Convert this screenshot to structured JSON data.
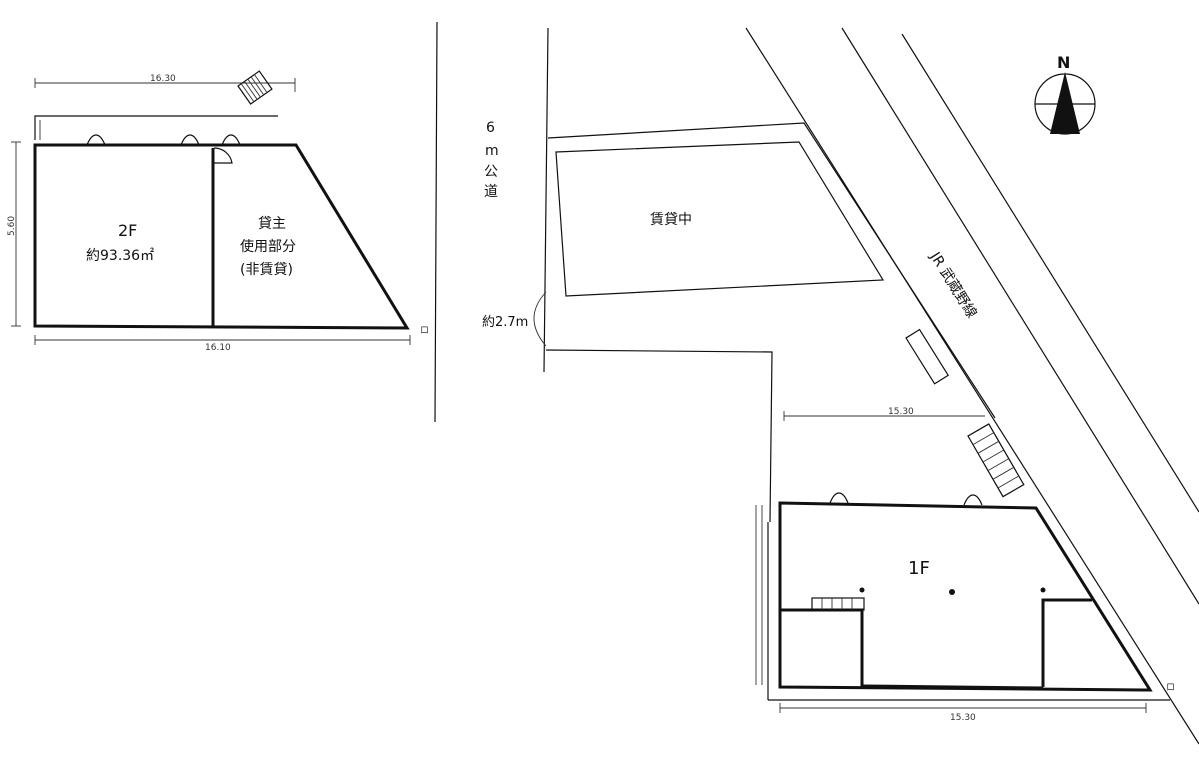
{
  "floor2": {
    "label": "2F",
    "area": "約93.36㎡",
    "owner_room_line1": "貸主",
    "owner_room_line2": "使用部分",
    "owner_room_line3": "(非賃貸)",
    "dim_top": "16.30",
    "dim_bottom": "16.10",
    "dim_left": "5.60"
  },
  "road": {
    "line1": "6",
    "line2": "m",
    "line3": "公",
    "line4": "道",
    "frontage": "約2.7m"
  },
  "neighbor": {
    "label": "賃貸中"
  },
  "railway": {
    "label": "JR 武蔵野線"
  },
  "compass": {
    "label": "N"
  },
  "floor1": {
    "label": "1F",
    "dim_top": "15.30",
    "dim_bottom": "15.30"
  },
  "colors": {
    "line": "#111111",
    "background": "#ffffff"
  }
}
